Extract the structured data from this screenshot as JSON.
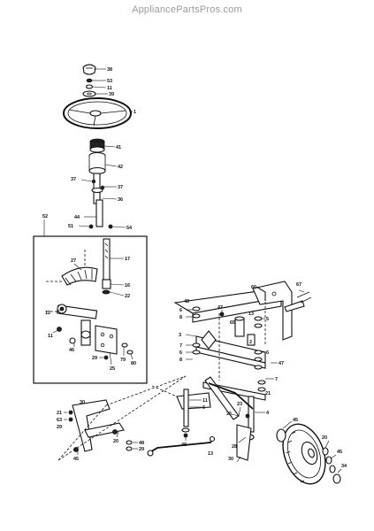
{
  "watermark": "AppliancePartsPros.com",
  "callouts": [
    "38",
    "53",
    "11",
    "39",
    "1",
    "41",
    "42",
    "37",
    "37",
    "36",
    "44",
    "51",
    "54",
    "52",
    "17",
    "27",
    "16",
    "22",
    "12",
    "11",
    "46",
    "25",
    "29",
    "79",
    "80",
    "48",
    "6",
    "8",
    "47",
    "65",
    "13",
    "66",
    "67",
    "3",
    "2",
    "7",
    "6",
    "8",
    "5",
    "6",
    "47",
    "7",
    "23",
    "21",
    "11",
    "6",
    "48",
    "26",
    "4",
    "28",
    "21",
    "63",
    "29",
    "20",
    "45",
    "30",
    "48",
    "29",
    "13",
    "30",
    "45",
    "20",
    "45",
    "34"
  ]
}
